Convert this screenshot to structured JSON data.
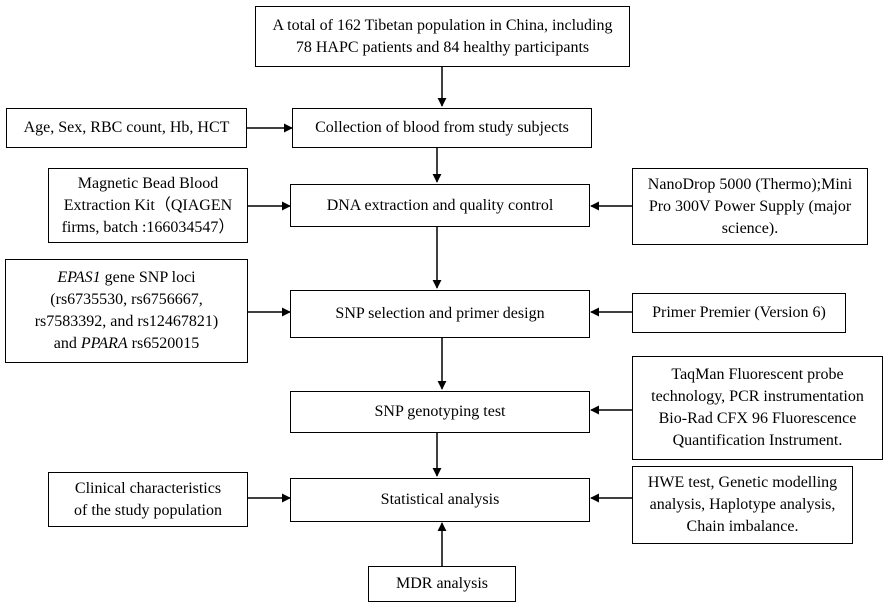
{
  "flowchart": {
    "main": {
      "population": {
        "line1": "A total of 162 Tibetan population in China, including",
        "line2": "78 HAPC patients and 84 healthy participants"
      },
      "blood_collection": "Collection of blood from study subjects",
      "dna_extraction": "DNA extraction and quality control",
      "snp_selection": "SNP selection and primer design",
      "genotyping": "SNP genotyping test",
      "statistical": "Statistical analysis"
    },
    "left": {
      "blood_params": "Age, Sex, RBC count, Hb, HCT",
      "extraction_kit": {
        "line1": "Magnetic Bead Blood",
        "line2": "Extraction Kit（QIAGEN",
        "line3": "firms, batch :166034547）"
      },
      "snp_loci": {
        "gene1": "EPAS1",
        "line1_rest": " gene SNP loci",
        "line2": "(rs6735530, rs6756667,",
        "line3": "rs7583392, and rs12467821)",
        "line4_pre": "and ",
        "gene2": "PPARA",
        "line4_rest": " rs6520015"
      },
      "clinical": {
        "line1": "Clinical characteristics",
        "line2": "of the study population"
      }
    },
    "right": {
      "nanodrop": {
        "line1": "NanoDrop 5000 (Thermo);Mini",
        "line2": "Pro 300V Power Supply (major",
        "line3": "science)."
      },
      "primer_premier": "Primer Premier (Version 6)",
      "taqman": {
        "line1": "TaqMan Fluorescent probe",
        "line2": "technology, PCR instrumentation",
        "line3": "Bio-Rad CFX 96 Fluorescence",
        "line4": "Quantification Instrument."
      },
      "hwe": {
        "line1": "HWE test, Genetic modelling",
        "line2": "analysis, Haplotype analysis,",
        "line3": "Chain imbalance."
      }
    },
    "bottom": {
      "mdr": "MDR analysis"
    }
  }
}
